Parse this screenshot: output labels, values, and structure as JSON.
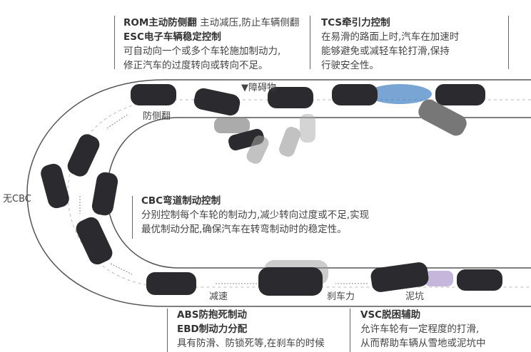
{
  "rom": {
    "title": "ROM主动防侧翻",
    "subtitle": "主动减压,防止车辆侧翻",
    "title2": "ESC电子车辆稳定控制",
    "lines": [
      "可自动向一个或多个车轮施加制动力,",
      "修正汽车的过度转向或转向不足。"
    ]
  },
  "tcs": {
    "title": "TCS牵引力控制",
    "lines": [
      "在易滑的路面上时,汽车在加速时",
      "能够避免或减轻车轮打滑,保持",
      "行驶安全性。"
    ]
  },
  "cbc": {
    "title": "CBC弯道制动控制",
    "lines": [
      "分别控制每个车轮的制动力,减少转向过度或不足,实现",
      "最优制动分配,确保汽车在转弯制动时的稳定性。"
    ]
  },
  "abs": {
    "title": "ABS防抱死制动",
    "title2": "EBD制动力分配",
    "lines": [
      "具有防滑、防锁死等,在刹车的时候"
    ]
  },
  "vsc": {
    "title": "VSC脱困辅助",
    "lines": [
      "允许车轮有一定程度的打滑,",
      "从而帮助车辆从雪地或泥坑中"
    ]
  },
  "labels": {
    "obstacle": "▼障碍物",
    "anti_rollover": "防侧翻",
    "no_cbc": "无CBC",
    "decelerate": "减速",
    "brake_force": "刹车力",
    "mud_pit": "泥坑"
  },
  "colors": {
    "road_line": "#555555",
    "car": "#2b2b2f",
    "water": "#3f7fc0",
    "accent": "#e0a020"
  }
}
